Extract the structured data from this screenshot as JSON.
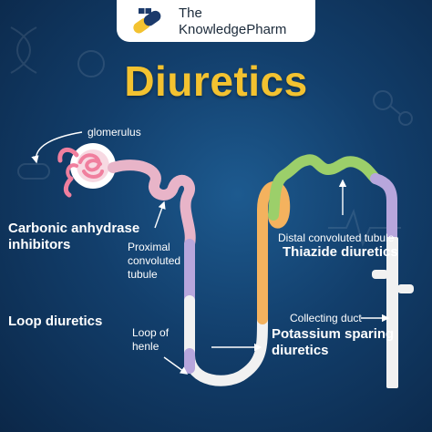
{
  "brand": {
    "line1": "The",
    "line2": "KnowledgePharm"
  },
  "title": "Diuretics",
  "labels": {
    "glomerulus": "glomerulus",
    "carbonic_1": "Carbonic anhydrase",
    "carbonic_2": "inhibitors",
    "proximal_1": "Proximal",
    "proximal_2": "convoluted",
    "proximal_3": "tubule",
    "loop_diuretics": "Loop diuretics",
    "loop_henle_1": "Loop of",
    "loop_henle_2": "henle",
    "distal": "Distal convoluted tubule",
    "thiazide": "Thiazide diuretics",
    "collecting": "Collecting duct",
    "potassium_1": "Potassium sparing",
    "potassium_2": "diuretics"
  },
  "colors": {
    "title": "#f3c230",
    "background": "#123e6b",
    "tube_pink": "#e8b4c8",
    "tube_lavender": "#b7a6dc",
    "tube_orange": "#f4b25e",
    "tube_green": "#9ccf6a",
    "tube_white": "#f1f1f1",
    "glomerulus": "#f07f9e"
  }
}
